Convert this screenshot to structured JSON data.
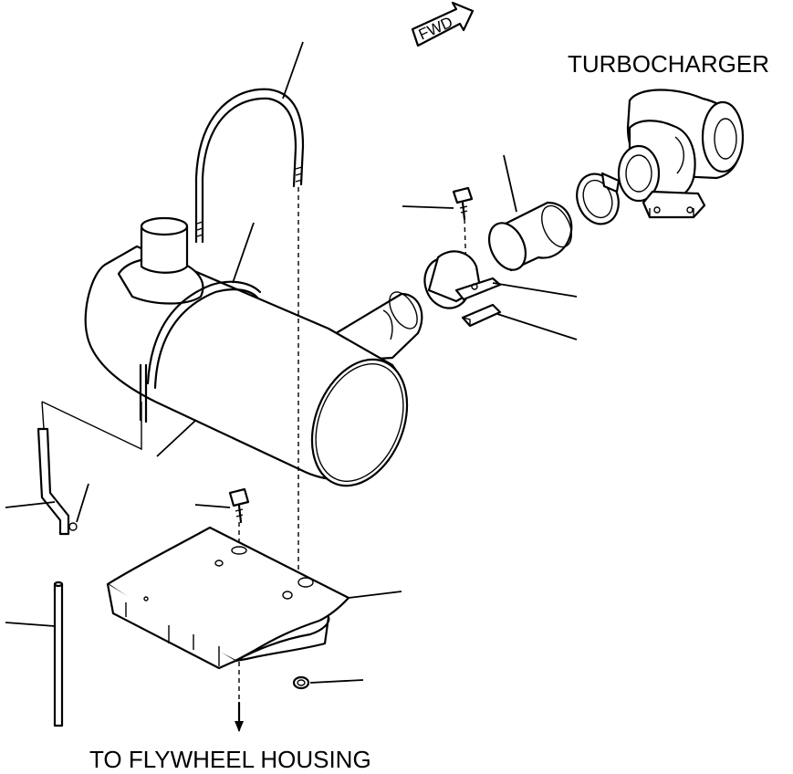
{
  "labels": {
    "turbocharger": "TURBOCHARGER",
    "flywheel": "TO FLYWHEEL HOUSING",
    "fwd": "FWD"
  },
  "colors": {
    "line": "#000000",
    "background": "#ffffff"
  }
}
